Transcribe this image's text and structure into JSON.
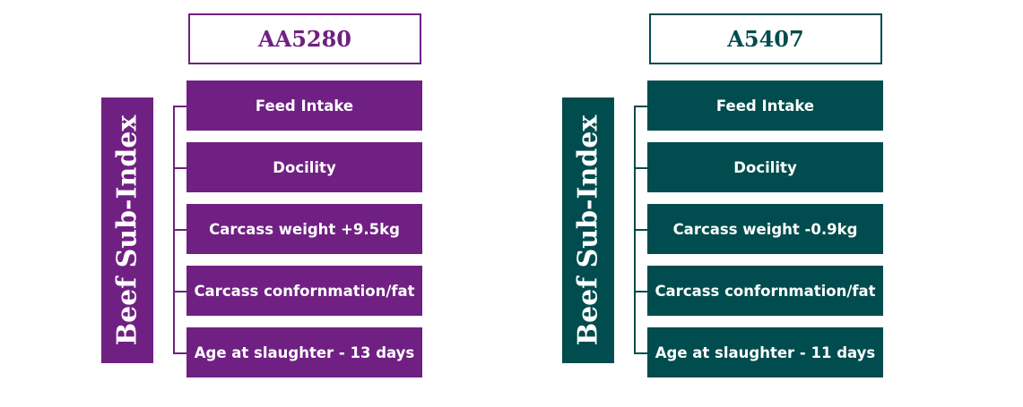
{
  "colors": {
    "purple": "#702082",
    "teal": "#004c4e"
  },
  "panels": [
    {
      "id": "AA5280",
      "title": "AA5280",
      "vertical_label": "Beef Sub-Index",
      "items": [
        "Feed Intake",
        "Docility",
        "Carcass weight +9.5kg",
        "Carcass confornmation/fat",
        "Age at slaughter - 13 days"
      ]
    },
    {
      "id": "A5407",
      "title": "A5407",
      "vertical_label": "Beef Sub-Index",
      "items": [
        "Feed Intake",
        "Docility",
        "Carcass weight -0.9kg",
        "Carcass confornmation/fat",
        "Age at slaughter - 11 days"
      ]
    }
  ]
}
